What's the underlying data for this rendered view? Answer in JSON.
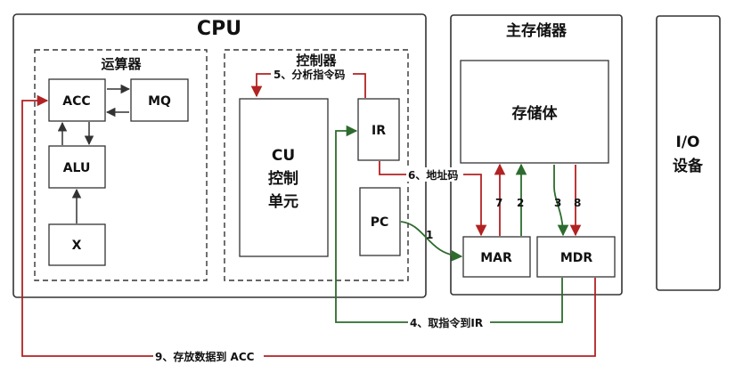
{
  "cpu": {
    "title": "CPU",
    "alu_group": {
      "title": "运算器",
      "acc": "ACC",
      "mq": "MQ",
      "alu": "ALU",
      "x": "X"
    },
    "controller": {
      "title": "控制器",
      "cu_line1": "CU",
      "cu_line2": "控制",
      "cu_line3": "单元",
      "ir": "IR",
      "pc": "PC"
    }
  },
  "memory": {
    "title": "主存储器",
    "storage": "存储体",
    "mar": "MAR",
    "mdr": "MDR"
  },
  "io": {
    "line1": "I/O",
    "line2": "设备"
  },
  "steps": {
    "s1": "1",
    "s2": "2",
    "s3": "3",
    "s4": "4、取指令到IR",
    "s5": "5、分析指令码",
    "s6": "6、地址码",
    "s7": "7",
    "s8": "8",
    "s9": "9、存放数据到 ACC"
  },
  "colors": {
    "red": "#b22222",
    "green": "#2e6b2e",
    "dark": "#333333"
  }
}
